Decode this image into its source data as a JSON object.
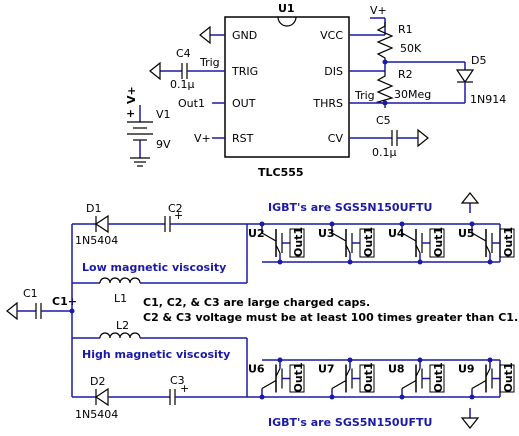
{
  "colors": {
    "wire": "#1a1aa6",
    "component": "#000000",
    "text_blue": "#1a1aa6",
    "background": "#ffffff"
  },
  "timer": {
    "ref": "U1",
    "part": "TLC555",
    "pins_left": [
      "GND",
      "TRIG",
      "OUT",
      "RST"
    ],
    "pins_right": [
      "VCC",
      "DIS",
      "THRS",
      "CV"
    ]
  },
  "net_labels": {
    "vplus_top": "V+",
    "vplus_rst": "V+",
    "vplus_supply": "V+",
    "trig_left": "Trig",
    "trig_right": "Trig",
    "out1": "Out1"
  },
  "components": {
    "R1": {
      "ref": "R1",
      "value": "50K"
    },
    "R2": {
      "ref": "R2",
      "value": "30Meg"
    },
    "D5": {
      "ref": "D5",
      "value": "1N914"
    },
    "C4": {
      "ref": "C4",
      "value": "0.1µ"
    },
    "C5": {
      "ref": "C5",
      "value": "0.1µ"
    },
    "V1": {
      "ref": "V1",
      "value": "9V"
    },
    "D1": {
      "ref": "D1",
      "value": "1N5404"
    },
    "D2": {
      "ref": "D2",
      "value": "1N5404"
    },
    "C1": {
      "ref": "C1",
      "node": "C1+"
    },
    "C2": {
      "ref": "C2"
    },
    "C3": {
      "ref": "C3"
    },
    "L1": {
      "ref": "L1"
    },
    "L2": {
      "ref": "L2"
    }
  },
  "igbts_top": [
    {
      "ref": "U2",
      "gate": "Out1"
    },
    {
      "ref": "U3",
      "gate": "Out1"
    },
    {
      "ref": "U4",
      "gate": "Out1"
    },
    {
      "ref": "U5",
      "gate": "Out1"
    }
  ],
  "igbts_bottom": [
    {
      "ref": "U6",
      "gate": "Out1"
    },
    {
      "ref": "U7",
      "gate": "Out1"
    },
    {
      "ref": "U8",
      "gate": "Out1"
    },
    {
      "ref": "U9",
      "gate": "Out1"
    }
  ],
  "annotations": {
    "igbt_top": "IGBT's are SGS5N150UFTU",
    "igbt_bottom": "IGBT's are SGS5N150UFTU",
    "low_visc": "Low magnetic viscosity",
    "high_visc": "High magnetic viscosity",
    "note1": "C1, C2, & C3 are large charged caps.",
    "note2": "C2 & C3 voltage must be at least 100 times greater than C1."
  },
  "polarity": {
    "plus": "+"
  }
}
